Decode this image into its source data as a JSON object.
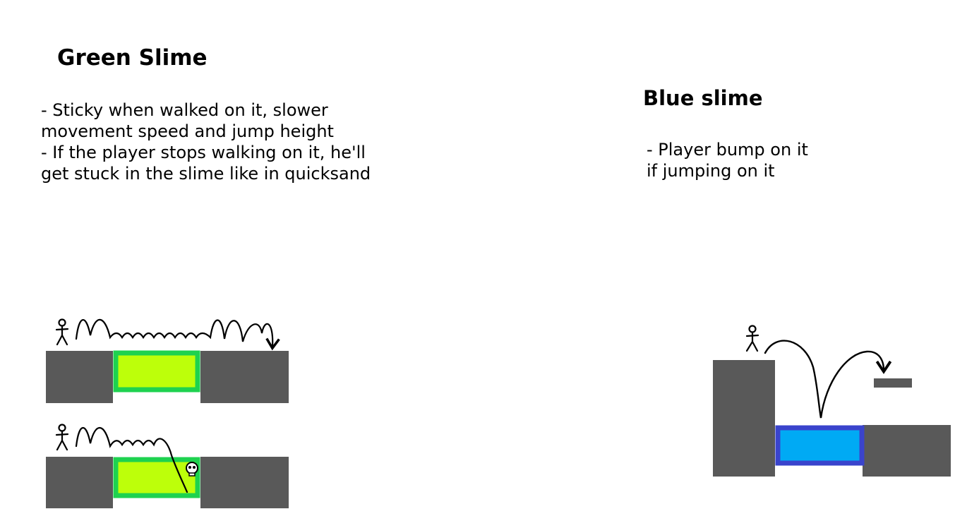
{
  "green_slime": {
    "title": "Green Slime",
    "lines": [
      "- Sticky when walked on it, slower",
      "movement speed and jump height",
      "- If the player stops walking on it, he'll",
      "get stuck in the slime like in quicksand"
    ],
    "slime_fill": "#bdff0a",
    "slime_border": "#1ed24f"
  },
  "blue_slime": {
    "title": "Blue slime",
    "lines": [
      "- Player bump on it",
      "if jumping on it"
    ],
    "slime_fill": "#00aaf4",
    "slime_border": "#3a44cc"
  },
  "ground_color": "#595959",
  "icons": [
    "stick-figure-icon",
    "skull-icon"
  ]
}
